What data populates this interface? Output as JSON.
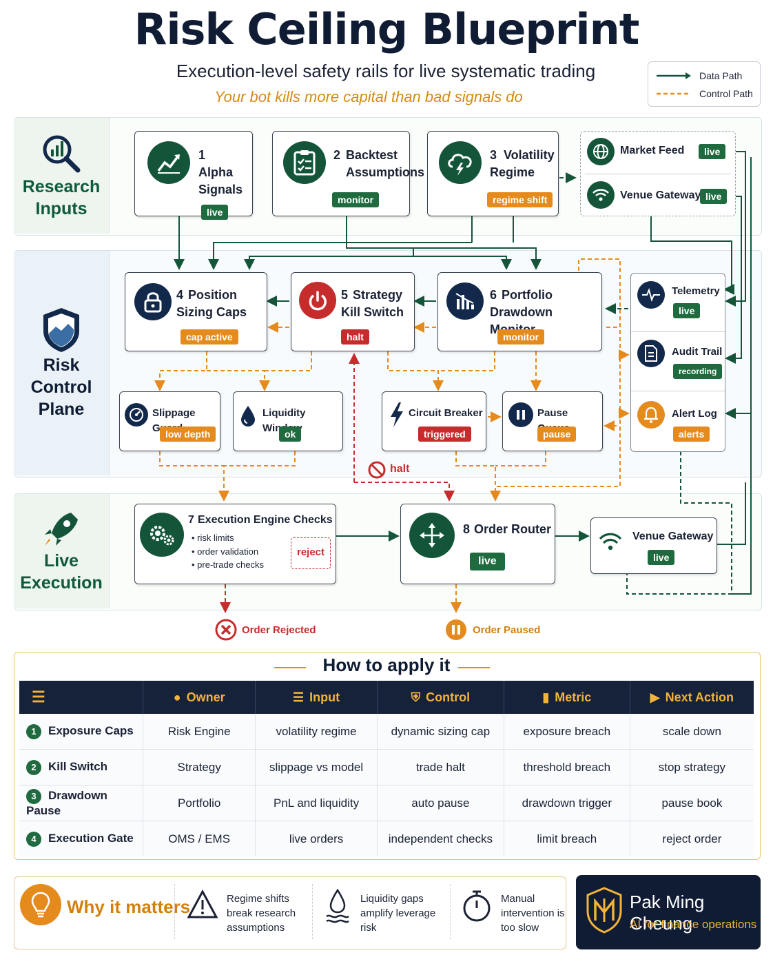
{
  "header": {
    "title": "Risk Ceiling Blueprint",
    "subtitle": "Execution-level safety rails for live systematic trading",
    "tagline": "Your bot kills more capital than bad signals do"
  },
  "legend": {
    "data_path": "Data Path",
    "control_path": "Control Path"
  },
  "colors": {
    "data_green": "#14553a",
    "control_orange": "#e58a1d",
    "alert_red": "#c62c2c",
    "navy": "#13294b"
  },
  "lanes": {
    "research": "Research Inputs",
    "risk": "Risk Control Plane",
    "execution": "Live Execution"
  },
  "research": {
    "alpha": {
      "num": "1",
      "name": "Alpha Signals",
      "badge": "live",
      "icon": "trend-chart-icon"
    },
    "backtest": {
      "num": "2",
      "name": "Backtest Assumptions",
      "badge": "monitor",
      "icon": "clipboard-check-icon"
    },
    "volatility": {
      "num": "3",
      "name": "Volatility Regime",
      "badge": "regime shift",
      "icon": "storm-cloud-icon"
    },
    "market_feed": {
      "name": "Market Feed",
      "badge": "live",
      "icon": "globe-icon"
    },
    "venue_gateway": {
      "name": "Venue Gateway",
      "badge": "live",
      "icon": "wifi-icon"
    }
  },
  "risk": {
    "sizing": {
      "num": "4",
      "name": "Position Sizing Caps",
      "badge": "cap active",
      "icon": "lock-icon"
    },
    "kill": {
      "num": "5",
      "name": "Strategy Kill Switch",
      "badge": "halt",
      "icon": "power-icon"
    },
    "drawdown": {
      "num": "6",
      "name": "Portfolio Drawdown Monitor",
      "badge": "monitor",
      "icon": "drawdown-chart-icon"
    },
    "slippage": {
      "name": "Slippage Guard",
      "badge": "low depth",
      "icon": "gauge-icon"
    },
    "liquidity": {
      "name": "Liquidity Window",
      "badge": "ok",
      "icon": "droplet-icon"
    },
    "circuit": {
      "name": "Circuit Breaker",
      "badge": "triggered",
      "icon": "lightning-icon"
    },
    "pause": {
      "name": "Pause Queue",
      "badge": "pause",
      "icon": "pause-icon"
    },
    "telemetry": {
      "name": "Telemetry",
      "badge": "live",
      "icon": "pulse-icon"
    },
    "audit": {
      "name": "Audit Trail",
      "badge": "recording",
      "icon": "document-icon"
    },
    "alert": {
      "name": "Alert Log",
      "badge": "alerts",
      "icon": "bell-icon"
    },
    "halt_label": "halt"
  },
  "execution": {
    "engine": {
      "num": "7",
      "name": "Execution Engine Checks",
      "checks": [
        "risk limits",
        "order validation",
        "pre-trade checks"
      ],
      "reject": "reject"
    },
    "router": {
      "num": "8",
      "name": "Order Router",
      "badge": "live",
      "icon": "router-arrows-icon"
    },
    "venue": {
      "name": "Venue Gateway",
      "badge": "live",
      "icon": "wifi-icon"
    },
    "rejected": "Order Rejected",
    "paused": "Order Paused"
  },
  "apply": {
    "title": "How to apply it",
    "headers": [
      "Owner",
      "Input",
      "Control",
      "Metric",
      "Next Action"
    ],
    "rows": [
      {
        "num": "1",
        "name": "Exposure Caps",
        "cells": [
          "Risk Engine",
          "volatility regime",
          "dynamic sizing cap",
          "exposure breach",
          "scale down"
        ]
      },
      {
        "num": "2",
        "name": "Kill Switch",
        "cells": [
          "Strategy",
          "slippage vs model",
          "trade halt",
          "threshold breach",
          "stop strategy"
        ]
      },
      {
        "num": "3",
        "name": "Drawdown Pause",
        "cells": [
          "Portfolio",
          "PnL and liquidity",
          "auto pause",
          "drawdown trigger",
          "pause book"
        ]
      },
      {
        "num": "4",
        "name": "Execution Gate",
        "cells": [
          "OMS / EMS",
          "live orders",
          "independent checks",
          "limit breach",
          "reject order"
        ]
      }
    ]
  },
  "why": {
    "title": "Why it matters",
    "items": [
      {
        "line1": "Regime shifts",
        "line2": "break research",
        "line3": "assumptions"
      },
      {
        "line1": "Liquidity gaps",
        "line2": "amplify leverage",
        "line3": "risk"
      },
      {
        "line1": "Manual",
        "line2": "intervention is",
        "line3": "too slow"
      }
    ]
  },
  "brand": {
    "name": "Pak Ming Cheung",
    "tagline": "AI for finance operations"
  }
}
